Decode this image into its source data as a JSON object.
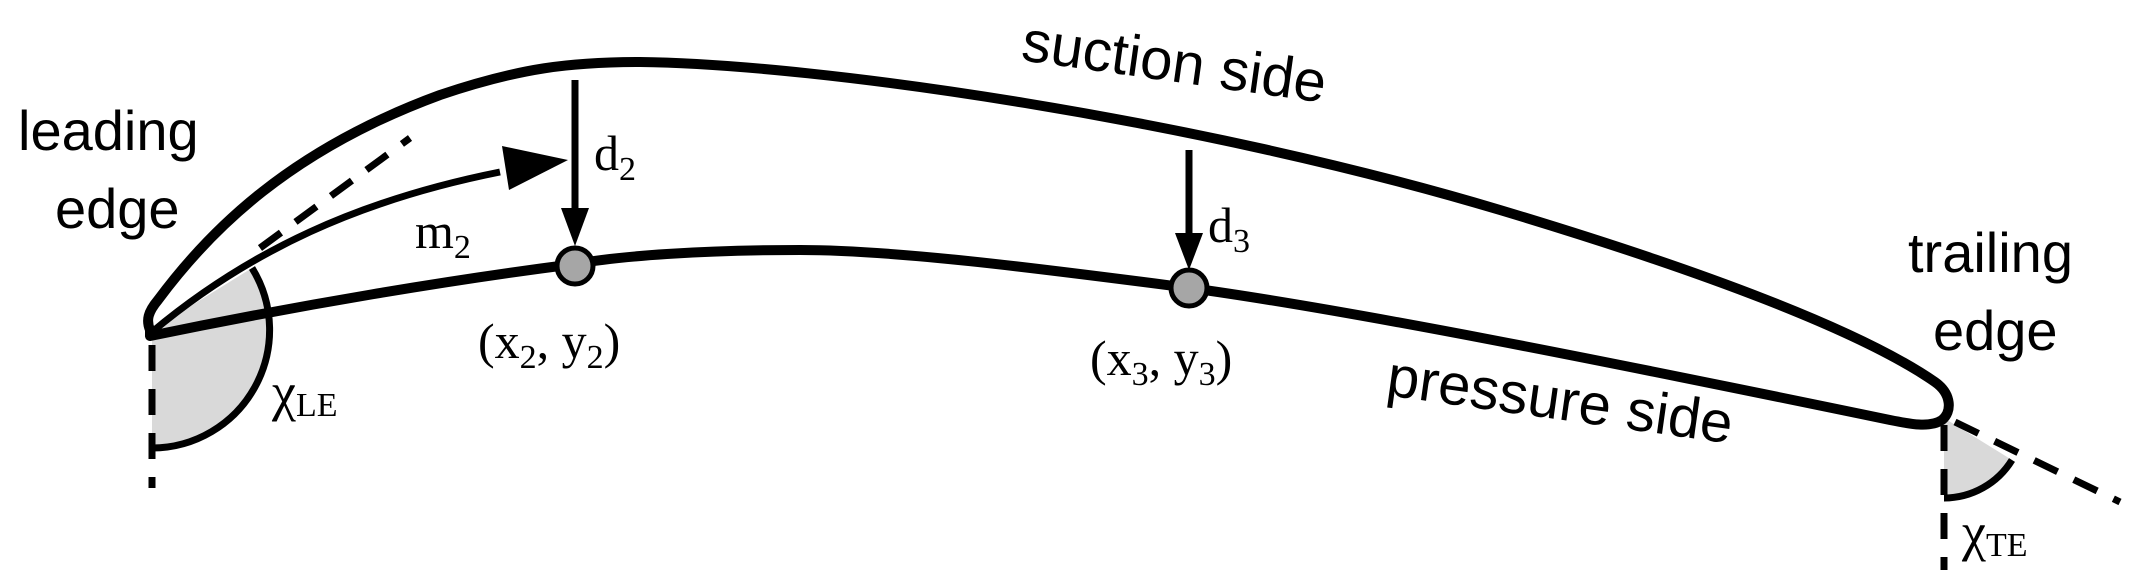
{
  "labels": {
    "leading_edge_line1": "leading",
    "leading_edge_line2": "edge",
    "trailing_edge_line1": "trailing",
    "trailing_edge_line2": "edge",
    "suction_side": "suction side",
    "pressure_side": "pressure side",
    "m2_base": "m",
    "m2_sub": "2",
    "d2_base": "d",
    "d2_sub": "2",
    "d3_base": "d",
    "d3_sub": "3",
    "point2": {
      "open": "(x",
      "sub1": "2",
      "mid": ", y",
      "sub2": "2",
      "close": ")"
    },
    "point3": {
      "open": "(x",
      "sub1": "3",
      "mid": ", y",
      "sub2": "3",
      "close": ")"
    },
    "chi_le_base": "χ",
    "chi_le_sub": "LE",
    "chi_te_base": "χ",
    "chi_te_sub": "TE"
  },
  "colors": {
    "stroke": "#000000",
    "angle_fill": "#d9d9d9",
    "point_fill": "#a6a6a6",
    "background": "#ffffff"
  }
}
